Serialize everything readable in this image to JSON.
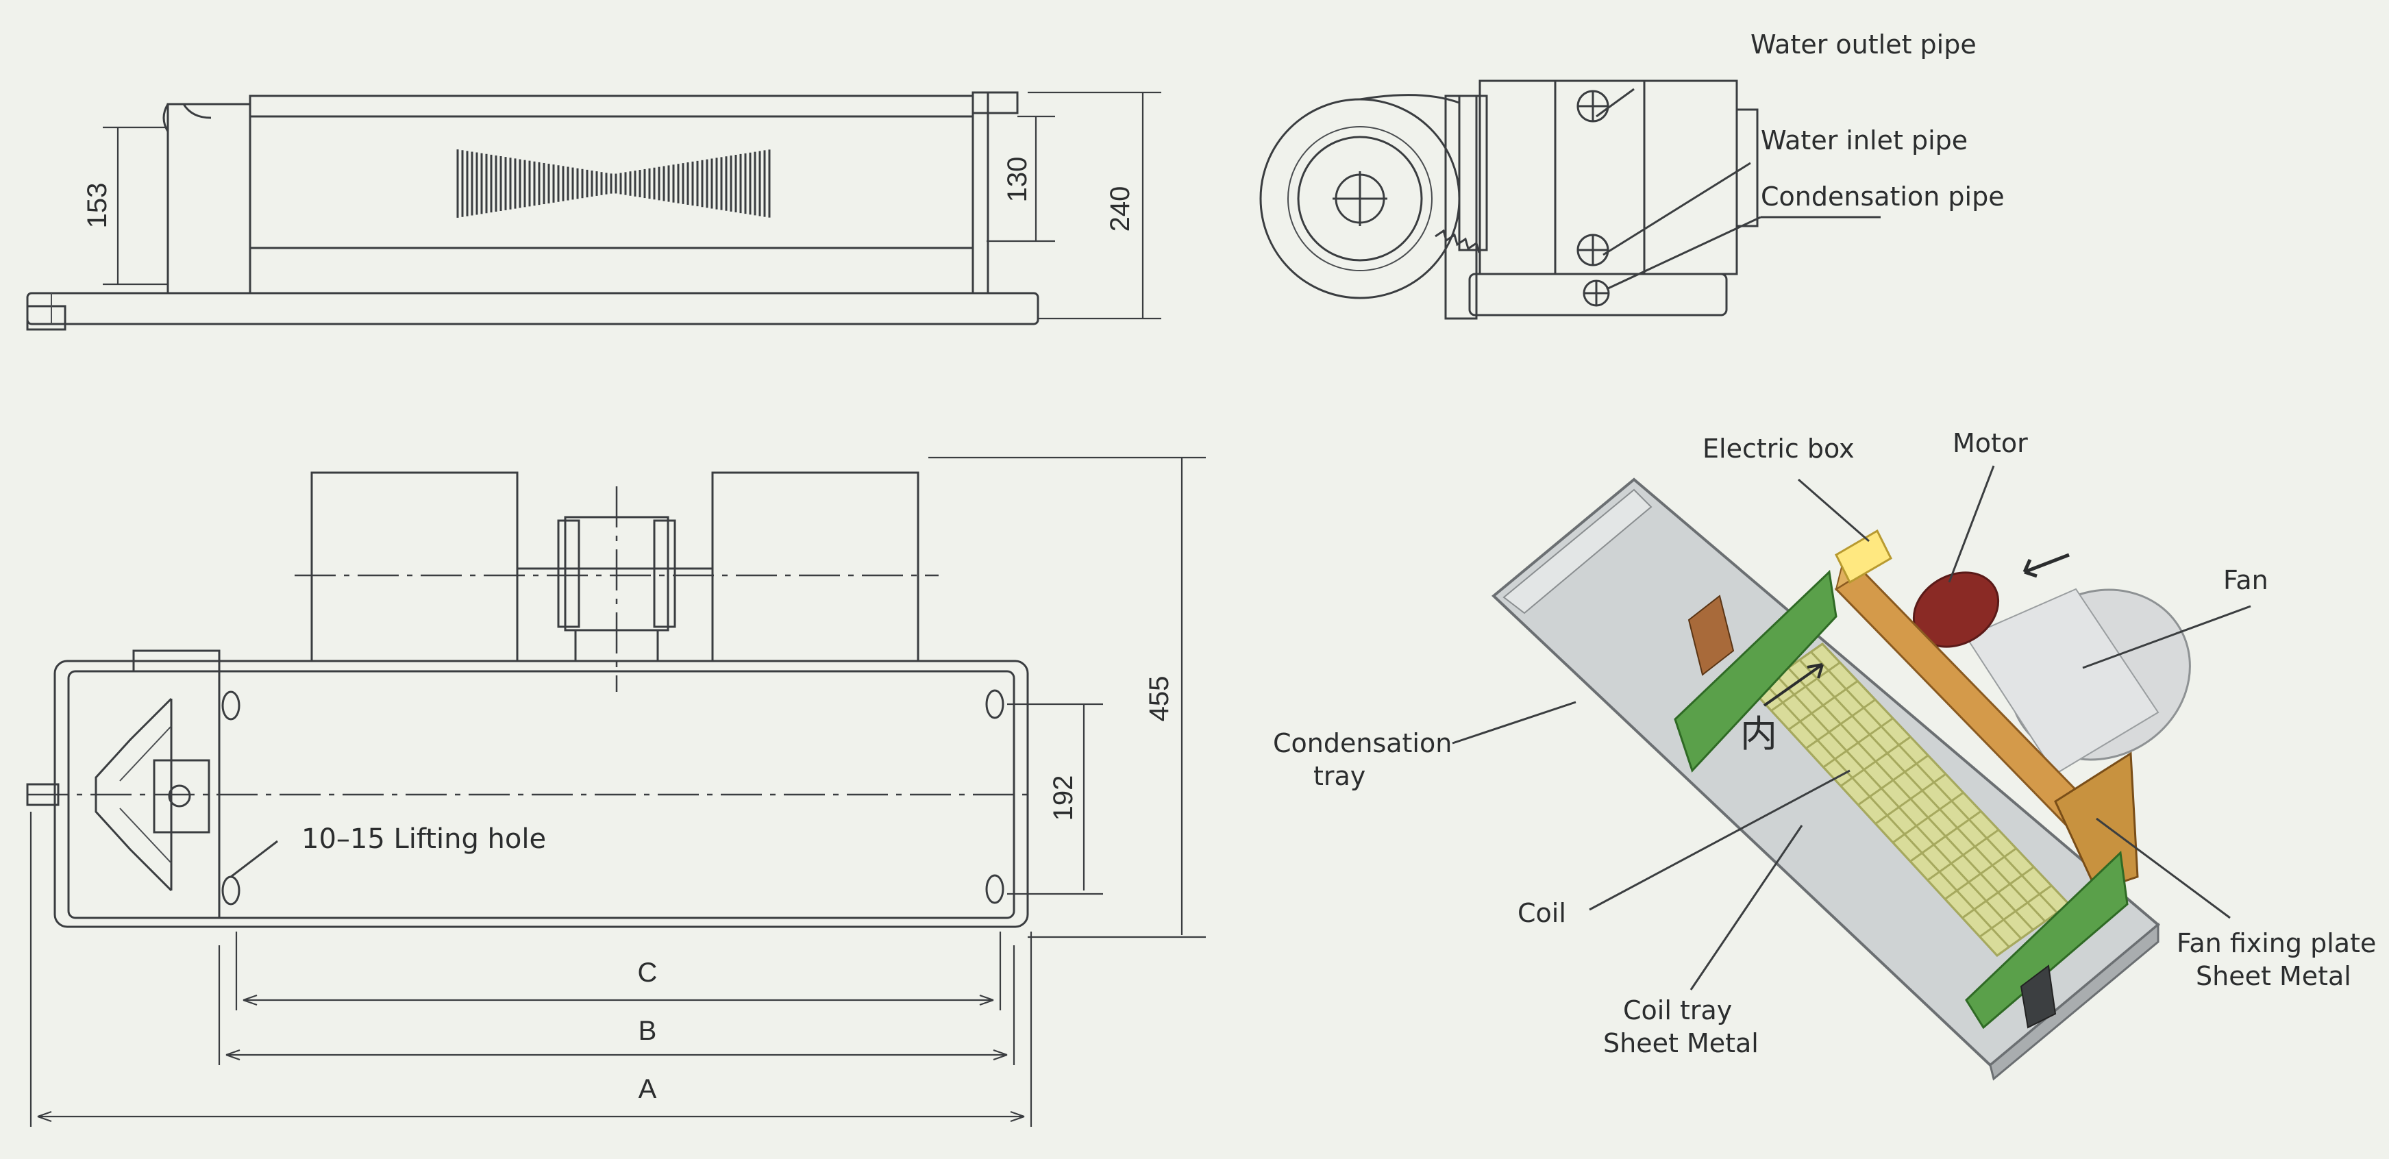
{
  "dimensions": {
    "h153": "153",
    "h130": "130",
    "h240": "240",
    "h455": "455",
    "h192": "192",
    "dim_c": "C",
    "dim_b": "B",
    "dim_a": "A"
  },
  "notes": {
    "lifting_hole": "10–15 Lifting hole"
  },
  "side_view_labels": {
    "water_outlet": "Water outlet pipe",
    "water_inlet": "Water inlet pipe",
    "condensation_pipe": "Condensation pipe"
  },
  "assembly_labels": {
    "electric_box": "Electric box",
    "motor": "Motor",
    "fan": "Fan",
    "condensation_tray_1": "Condensation",
    "condensation_tray_2": "tray",
    "coil": "Coil",
    "coil_tray_1": "Coil tray",
    "coil_tray_2": "Sheet Metal",
    "fan_plate_1": "Fan fixing plate",
    "fan_plate_2": "Sheet Metal",
    "inner_mark": "内"
  },
  "colors": {
    "line": "#3a3d40",
    "background": "#f0f2ec",
    "tray": "#cfd3d4",
    "coil": "#d9dc9a",
    "green_plate": "#5aa04a",
    "orange_plate": "#d49a4a",
    "motor": "#8a2a25",
    "fan": "#d8dadb"
  }
}
